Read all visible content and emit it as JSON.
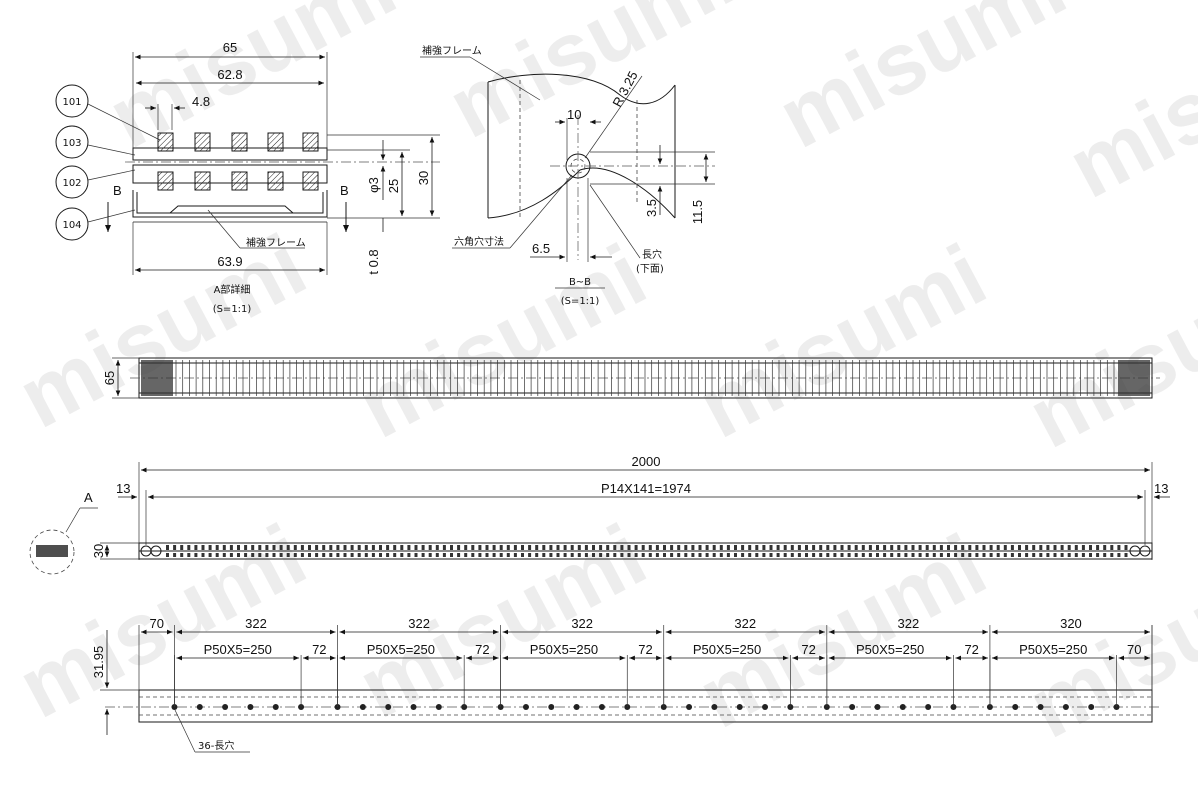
{
  "watermark": "misumi",
  "detail_a": {
    "dims": {
      "width_65": "65",
      "width_62_8": "62.8",
      "pitch_4_8": "4.8",
      "height_30": "30",
      "height_25": "25",
      "hole_d3": "φ3",
      "thickness": "t 0.8",
      "width_63_9": "63.9"
    },
    "balloons": [
      "101",
      "103",
      "102",
      "104"
    ],
    "section_marks": [
      "B",
      "B"
    ],
    "frame_label": "補強フレーム",
    "caption": "A部詳細",
    "scale": "(S=1:1)"
  },
  "section_bb": {
    "frame_label": "補強フレーム",
    "radius": "R 3.25",
    "dim_10": "10",
    "dim_3_5": "3.5",
    "dim_11_5": "11.5",
    "dim_6_5": "6.5",
    "hex_label": "六角穴寸法",
    "slot_label": "長穴",
    "slot_sub": "(下面)",
    "caption": "B~B",
    "scale": "(S=1:1)"
  },
  "plan_view": {
    "width_dim": "65"
  },
  "front_view": {
    "total": "2000",
    "left_margin": "13",
    "right_margin": "13",
    "pitch": "P14X141=1974",
    "height": "30",
    "detail_mark": "A"
  },
  "bottom_view": {
    "height": "31.95",
    "first": "70",
    "segments": [
      "322",
      "322",
      "322",
      "322",
      "322",
      "320"
    ],
    "pitch_label": "P50X5=250",
    "gap": "72",
    "last": "70",
    "slot_note": "36-長穴"
  }
}
